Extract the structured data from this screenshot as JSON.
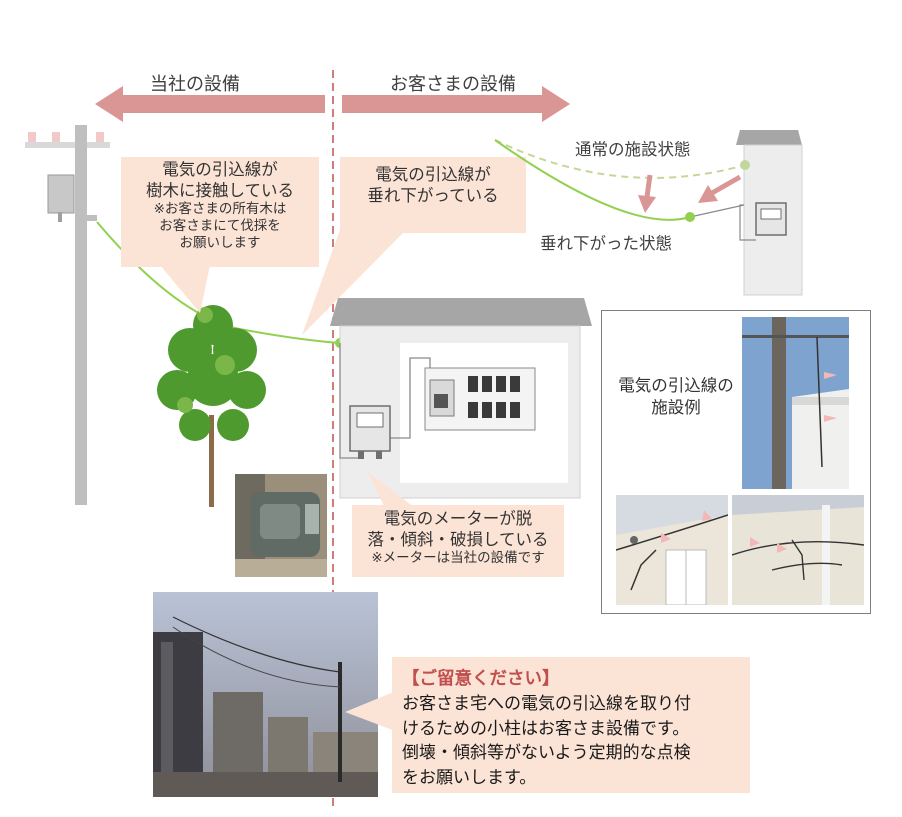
{
  "header": {
    "left_label": "当社の設備",
    "right_label": "お客さまの設備"
  },
  "colors": {
    "arrow": "#d99694",
    "callout_bg": "#fbe3d6",
    "wire": "#92d050",
    "divider": "#c0504d",
    "pole": "#bfbfbf",
    "warning_title": "#c0504d"
  },
  "callouts": {
    "tree_contact": {
      "line1": "電気の引込線が",
      "line2": "樹木に接触している",
      "note1": "※お客さまの所有木は",
      "note2": "お客さまにて伐採を",
      "note3": "お願いします"
    },
    "sagging": {
      "line1": "電気の引込線が",
      "line2": "垂れ下がっている"
    },
    "meter": {
      "line1": "電気のメーターが脱",
      "line2": "落・傾斜・破損している",
      "note": "※メーターは当社の設備です"
    }
  },
  "sag_diagram": {
    "normal_label": "通常の施設状態",
    "sagged_label": "垂れ下がった状態"
  },
  "examples": {
    "label_line1": "電気の引込線の",
    "label_line2": "施設例"
  },
  "warning": {
    "title": "【ご留意ください】",
    "line1": "お客さま宅への電気の引込線を取り付",
    "line2": "けるための小柱はお客さま設備です。",
    "line3": "倒壊・傾斜等がないよう定期的な点検",
    "line4": "をお願いします。"
  }
}
